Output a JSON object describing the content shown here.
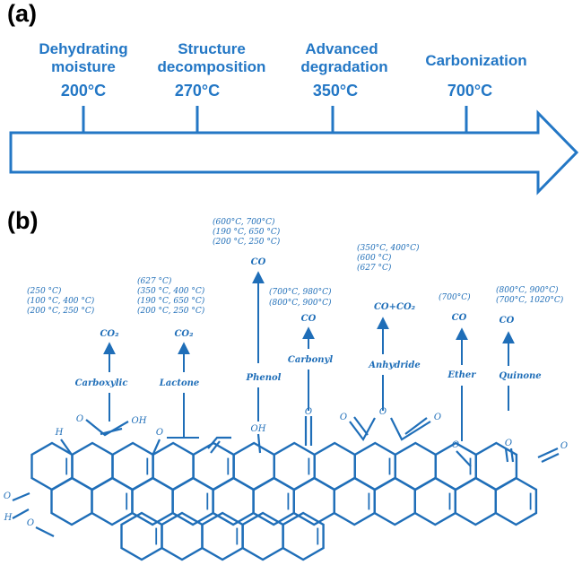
{
  "panel_a": {
    "label": "(a)"
  },
  "panel_b": {
    "label": "(b)"
  },
  "stages": [
    {
      "line1": "Dehydrating",
      "line2": "moisture",
      "temp": "200°C"
    },
    {
      "line1": "Structure",
      "line2": "decomposition",
      "temp": "270°C"
    },
    {
      "line1": "Advanced",
      "line2": "degradation",
      "temp": "350°C"
    },
    {
      "line1": "Carbonization",
      "line2": "",
      "temp": "700°C"
    }
  ],
  "groups": [
    {
      "name": "Carboxylic",
      "gas": "CO₂",
      "conditions": [
        "(250 °C)",
        "(100 °C, 400 °C)",
        "(200 °C, 250 °C)"
      ]
    },
    {
      "name": "Lactone",
      "gas": "CO₂",
      "conditions": [
        "(627 °C)",
        "(350 °C, 400 °C)",
        "(190 °C, 650 °C)",
        "(200 °C, 250 °C)"
      ]
    },
    {
      "name": "Phenol",
      "gas": "CO",
      "conditions": [
        "(600°C, 700°C)",
        "(190 °C, 650 °C)",
        "(200 °C, 250 °C)"
      ]
    },
    {
      "name": "Carbonyl",
      "gas": "CO",
      "conditions": [
        "(700°C, 980°C)",
        "(800°C, 900°C)"
      ]
    },
    {
      "name": "Anhydride",
      "gas": "CO+CO₂",
      "conditions": [
        "(350°C, 400°C)",
        "(600 °C)",
        "(627 °C)"
      ]
    },
    {
      "name": "Ether",
      "gas": "CO",
      "conditions": [
        "(700°C)"
      ]
    },
    {
      "name": "Quinone",
      "gas": "CO",
      "conditions": [
        "(800°C, 900°C)",
        "(700°C, 1020°C)"
      ]
    }
  ],
  "atoms": {
    "H": "H",
    "O": "O",
    "OH": "OH"
  },
  "colors": {
    "accent": "#2377c5",
    "structure": "#1f6eb8",
    "label": "#000000"
  }
}
